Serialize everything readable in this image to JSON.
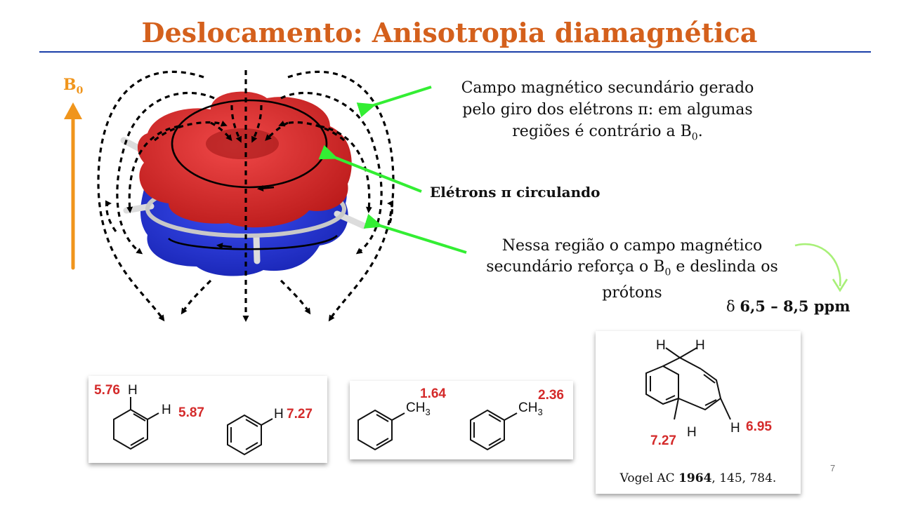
{
  "slide": {
    "title": "Deslocamento: Anisotropia diamagnética",
    "number": "7"
  },
  "diagram": {
    "field_label": "B",
    "field_label_sub": "0",
    "secondary_field_note": {
      "line1": "Campo magnético secundário gerado",
      "line2": "pelo giro dos elétrons π:  em algumas",
      "line3_prefix": "regiões é contrário a B",
      "line3_sub": "0",
      "line3_suffix": "."
    },
    "pi_electrons_label": "Elétrons π circulando",
    "shielding_note": {
      "line1": "Nessa região o campo magnético",
      "line2_prefix": "secundário reforça o B",
      "line2_sub": "0",
      "line2_suffix": " e deslinda os",
      "line3": "prótons"
    },
    "ppm_range": {
      "symbol": "δ",
      "value": "6,5 – 8,5 ppm"
    },
    "colors": {
      "title": "#d4601c",
      "field_arrow": "#f0951c",
      "pointer_arrows": "#33ee33",
      "upper_lobe": "#d42a2a",
      "lower_lobe": "#2436d8",
      "shift_values": "#d42a2a",
      "rule": "#1a3ea8"
    }
  },
  "examples": {
    "card1": {
      "diene_h_top": "H",
      "diene_shift_top": "5.76",
      "diene_h_side": "H",
      "diene_shift_side": "5.87",
      "benzene_h": "H",
      "benzene_shift": "7.27"
    },
    "card2": {
      "cyclohexadiene_methyl": "CH",
      "cyclohexadiene_methyl_sub": "3",
      "cyclohexadiene_shift": "1.64",
      "toluene_methyl": "CH",
      "toluene_methyl_sub": "3",
      "toluene_shift": "2.36"
    },
    "card3": {
      "bridge_h1": "H",
      "bridge_h2": "H",
      "ring_h_left": "H",
      "ring_h_right": "H",
      "shift_left": "7.27",
      "shift_right": "6.95",
      "citation_prefix": "Vogel AC ",
      "citation_year": "1964",
      "citation_suffix": ", 145, 784."
    }
  }
}
